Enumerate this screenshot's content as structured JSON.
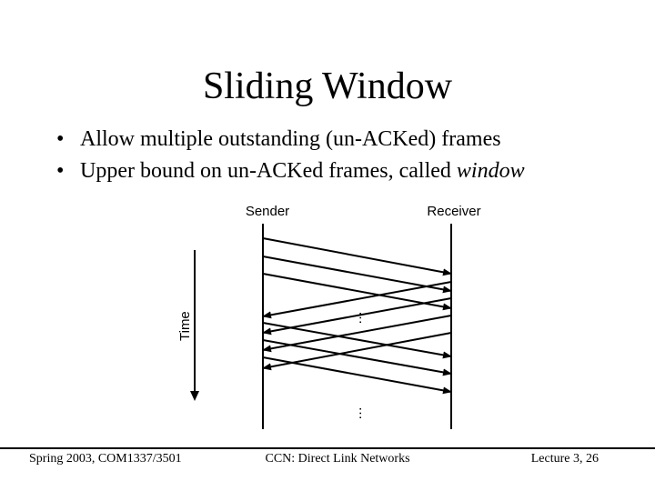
{
  "slide": {
    "title": "Sliding Window",
    "bullets": [
      {
        "prefix": "Allow multiple outstanding (un-ACKed) frames",
        "emphasis": "",
        "suffix": ""
      },
      {
        "prefix": "Upper bound on un-ACKed frames, called ",
        "emphasis": "window",
        "suffix": ""
      }
    ]
  },
  "diagram": {
    "sender_label": "Sender",
    "receiver_label": "Receiver",
    "time_label": "Time",
    "ellipsis": "…"
  },
  "footer": {
    "left": "Spring 2003, COM1337/3501",
    "center": "CCN: Direct Link Networks",
    "right": "Lecture 3, 26"
  }
}
